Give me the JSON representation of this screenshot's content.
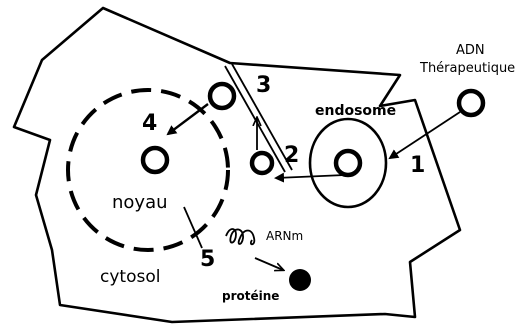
{
  "labels": {
    "adn": "ADN",
    "therapeutique": "Thérapeutique",
    "endosome": "endosome",
    "noyau": "noyau",
    "cytosol": "cytosol",
    "arnm": "ARNm",
    "proteine": "protéine"
  },
  "steps": [
    "1",
    "2",
    "3",
    "4",
    "5"
  ]
}
